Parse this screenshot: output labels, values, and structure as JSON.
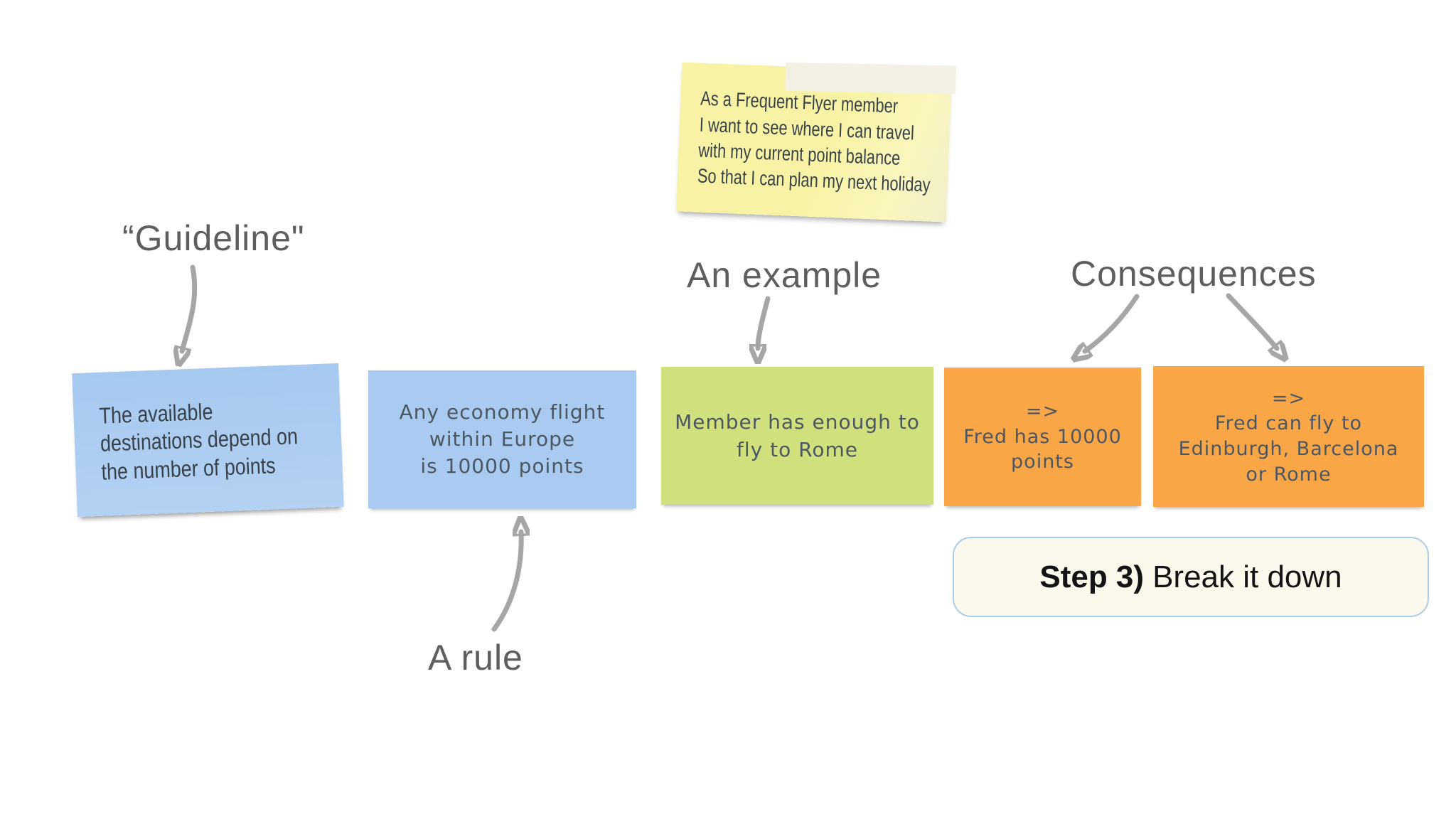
{
  "labels": {
    "guideline": "“Guideline\"",
    "rule": "A rule",
    "example": "An example",
    "consequences": "Consequences"
  },
  "notes": {
    "story": {
      "color": "#f7f2a3",
      "lines": [
        "As a Frequent Flyer member",
        "I want to see where I can travel",
        "with my current point balance",
        "So that I can plan my next holiday"
      ]
    },
    "guideline": {
      "color": "#a9cbf1",
      "lines": [
        "The available",
        "destinations depend on",
        "the number of points"
      ]
    },
    "rule": {
      "color": "#a9cbf1",
      "lines": [
        "Any economy flight",
        "within Europe",
        "is 10000 points"
      ]
    },
    "example": {
      "color": "#cfe07d",
      "lines": [
        "Member has enough to",
        "fly to Rome"
      ]
    },
    "consequence_points": {
      "color": "#f9a647",
      "lines": [
        "=>",
        "Fred has 10000",
        "points"
      ]
    },
    "consequence_destinations": {
      "color": "#f9a647",
      "lines": [
        "=>",
        "Fred can fly to",
        "Edinburgh, Barcelona",
        "or Rome"
      ]
    }
  },
  "step_box": {
    "step_label": "Step 3)",
    "text": "Break it down"
  },
  "colors": {
    "note_blue": "#a9cbf1",
    "note_yellow": "#f7f2a3",
    "note_green": "#cfe07d",
    "note_orange": "#f9a647",
    "label_gray": "#5d5e60",
    "arrow_gray": "#a6a6a6",
    "note_text_dark": "#39414a",
    "note_text_comic": "#4d5761",
    "step_border_blue": "#a9cde7",
    "step_bg": "#fbf9ec"
  }
}
